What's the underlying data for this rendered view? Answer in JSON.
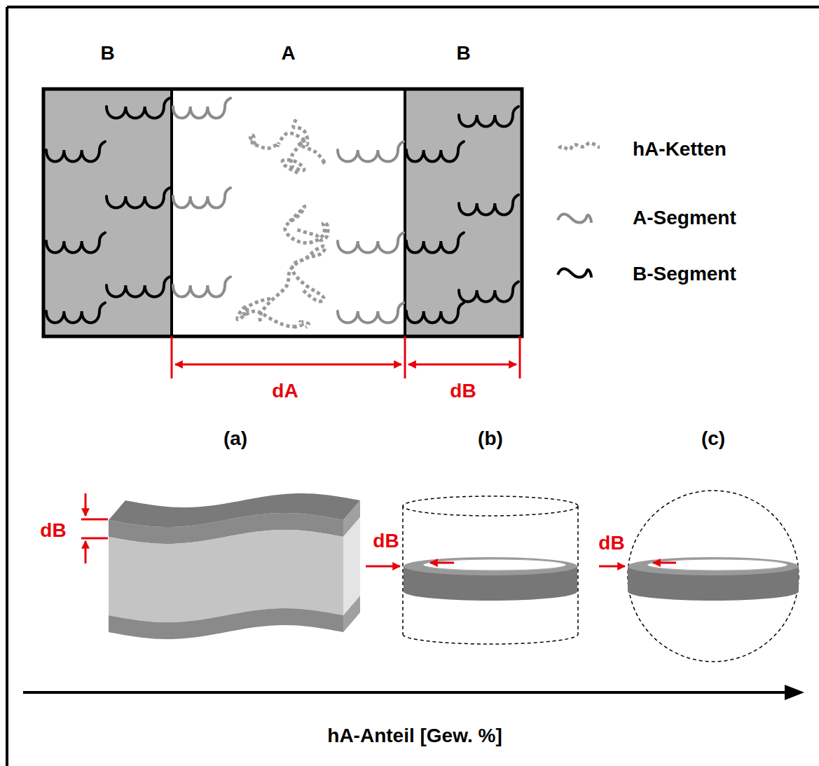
{
  "diagram": {
    "nodes": [
      {
        "text": [
          "B"
        ]
      },
      {
        "text": [
          "A"
        ]
      },
      {
        "text": [
          "B"
        ]
      }
    ],
    "labels": [
      "dA",
      "dB",
      "(a)",
      "(b)",
      "(c)",
      "dB",
      "dB",
      "dB",
      "hA-Anteil [Gew. %]"
    ],
    "legend": [
      {
        "text": "hA-Ketten"
      },
      {
        "text": "A-Segment"
      },
      {
        "text": "B-Segment"
      }
    ]
  }
}
